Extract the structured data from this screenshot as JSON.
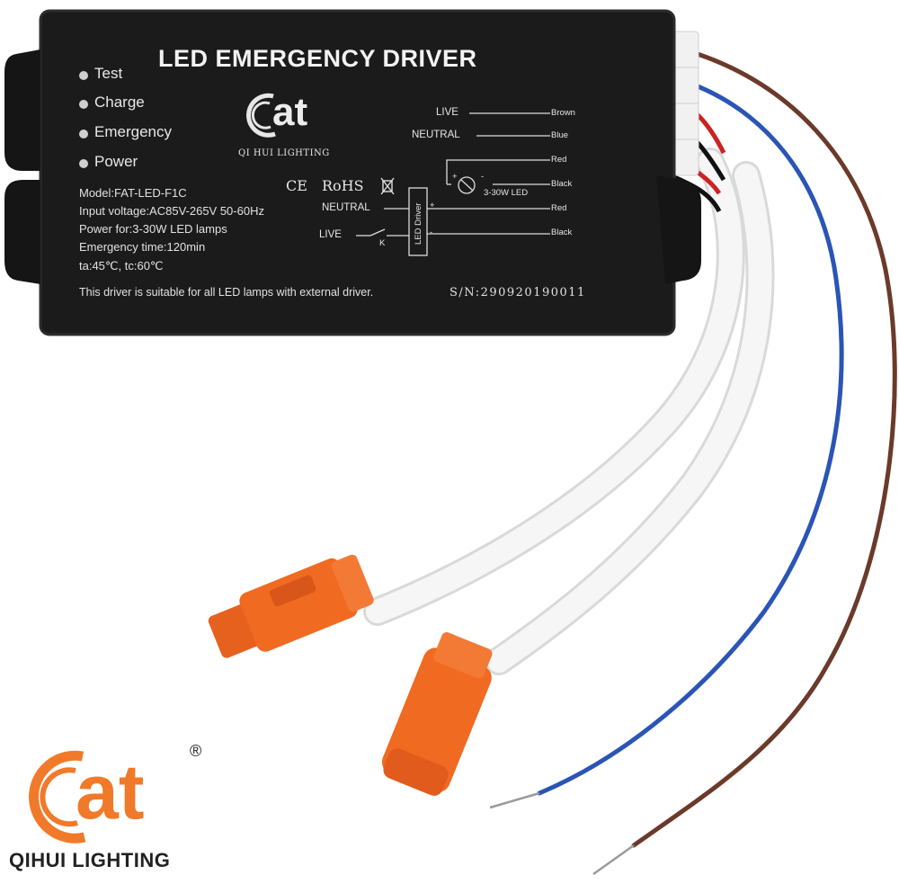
{
  "product": {
    "title": "LED EMERGENCY DRIVER",
    "indicators": [
      "Test",
      "Charge",
      "Emergency",
      "Power"
    ],
    "specs": [
      "Model:FAT-LED-F1C",
      "Input voltage:AC85V-265V 50-60Hz",
      "Power for:3-30W LED lamps",
      "Emergency time:120min",
      "ta:45℃, tc:60℃"
    ],
    "note": "This driver is suitable for all LED lamps with external driver.",
    "serial": "S/N:290920190011",
    "certs": {
      "ce": "CE",
      "rohs": "RoHS"
    },
    "box_logo": {
      "text": "at",
      "sub": "QI HUI LIGHTING"
    },
    "wiring": {
      "live": "LIVE",
      "neutral": "NEUTRAL",
      "brown": "Brown",
      "blue": "Blue",
      "red": "Red",
      "black": "Black",
      "lamp": "3-30W LED",
      "driver": "LED Driver",
      "switch": "K",
      "plus": "+",
      "minus": "-"
    }
  },
  "brand": {
    "logo_text": "at",
    "name": "QIHUI LIGHTING",
    "registered": "®",
    "color": "#f07a2a"
  },
  "colors": {
    "case": "#1a1a1a",
    "connector": "#f06a22",
    "cable": "#f4f4f4",
    "wire_brown": "#6b3a2a",
    "wire_blue": "#2a55b5"
  }
}
